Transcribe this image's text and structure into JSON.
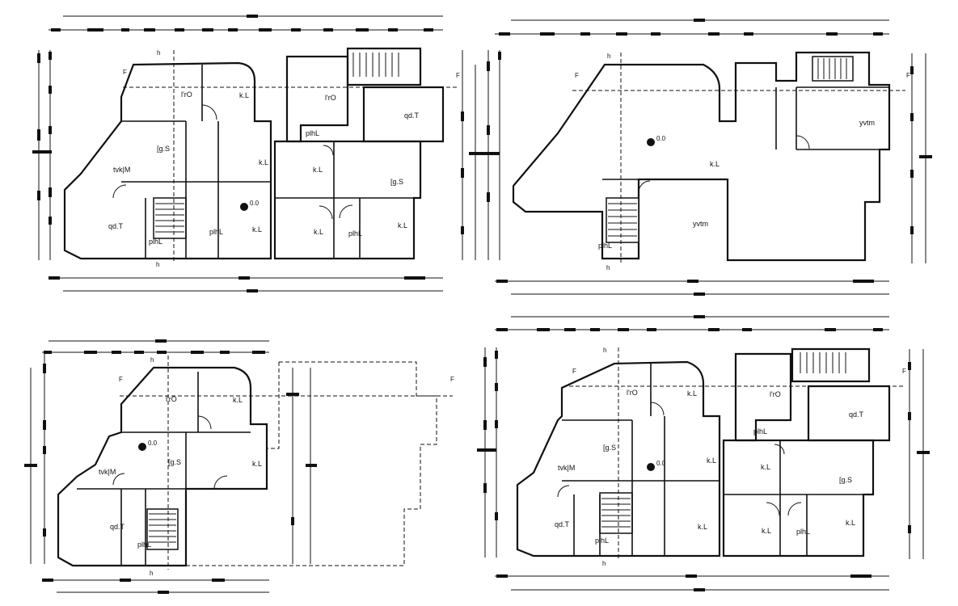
{
  "plans": [
    {
      "id": "plan-top-left",
      "room_labels": [
        "l'rO",
        "k.L",
        "[g.S",
        "k.L",
        "tvk|M",
        "k.L",
        "[g.S",
        "qd.T",
        "plhL",
        "plhL",
        "k.L",
        "k.L",
        "plhL",
        "k.L",
        "qd.T",
        "plhL"
      ],
      "section_marks": [
        "F",
        "F",
        "h",
        "h"
      ],
      "level_mark": "0.0"
    },
    {
      "id": "plan-top-right",
      "room_labels": [
        "yvtm",
        "k.L",
        "yvtm",
        "plhL"
      ],
      "section_marks": [
        "F",
        "F",
        "h",
        "h"
      ],
      "level_mark": "0.0"
    },
    {
      "id": "plan-bottom-left",
      "room_labels": [
        "l'rO",
        "k.L",
        "[g.S",
        "k.L",
        "tvk|M",
        "qd.T",
        "plhL"
      ],
      "section_marks": [
        "F",
        "F",
        "h",
        "h"
      ],
      "level_mark": "0.0"
    },
    {
      "id": "plan-bottom-right",
      "room_labels": [
        "l'rO",
        "k.L",
        "l'rO",
        "qd.T",
        "[g.S",
        "k.L",
        "tvk|M",
        "plhL",
        "k.L",
        "[g.S",
        "qd.T",
        "plhL",
        "k.L",
        "k.L",
        "plhL",
        "k.L"
      ],
      "section_marks": [
        "F",
        "F",
        "h",
        "h"
      ],
      "level_mark": "0.0"
    }
  ]
}
